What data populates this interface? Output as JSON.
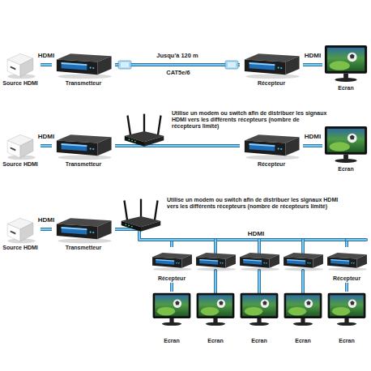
{
  "diagram": {
    "nodes": [
      {
        "text": [
          "Source HDMI"
        ]
      },
      {
        "text": [
          "Transmetteur"
        ]
      },
      {
        "text": [
          "Récepteur"
        ]
      },
      {
        "text": [
          "Ecran"
        ]
      },
      {
        "text": [
          "Source HDMI"
        ]
      },
      {
        "text": [
          "Transmetteur"
        ]
      },
      {
        "text": [
          "Récepteur"
        ]
      },
      {
        "text": [
          "Ecran"
        ]
      },
      {
        "text": [
          "Source HDMI"
        ]
      },
      {
        "text": [
          "Transmetteur"
        ]
      },
      {
        "text": [
          "Récepteur"
        ]
      },
      {
        "text": [
          "Récepteur"
        ]
      },
      {
        "text": [
          "Ecran"
        ]
      },
      {
        "text": [
          "Ecran"
        ]
      },
      {
        "text": [
          "Ecran"
        ]
      },
      {
        "text": [
          "Ecran"
        ]
      },
      {
        "text": [
          "Ecran"
        ]
      }
    ],
    "edges": [
      {
        "from": 0,
        "to": 1,
        "arrow": "none",
        "label": "HDMI"
      },
      {
        "from": 1,
        "to": 2,
        "arrow": "none",
        "label": "Jusqu'à 120 m"
      },
      {
        "from": 2,
        "to": 3,
        "arrow": "none",
        "label": "HDMI"
      },
      {
        "from": 4,
        "to": 5,
        "arrow": "none",
        "label": "HDMI"
      },
      {
        "from": 5,
        "to": 6,
        "arrow": "none"
      },
      {
        "from": 6,
        "to": 7,
        "arrow": "none",
        "label": "HDMI"
      },
      {
        "from": 8,
        "to": 9,
        "arrow": "none",
        "label": "HDMI"
      },
      {
        "from": 9,
        "to": 10,
        "arrow": "none"
      },
      {
        "from": 9,
        "to": 11,
        "arrow": "none"
      },
      {
        "from": 10,
        "to": 12,
        "arrow": "none"
      },
      {
        "from": 11,
        "to": 16,
        "arrow": "none"
      }
    ],
    "labels": [
      "CAT5e/6",
      "Utilise un modem ou switch afin de distribuer les signaux HDMI vers les différents récepteurs (nombre de récepteurs limité)",
      "Utilise un modem ou switch afin de distribuer les signaux HDMI vers les différents récepteurs (nombre de récepteurs limité)",
      "HDMI"
    ]
  }
}
